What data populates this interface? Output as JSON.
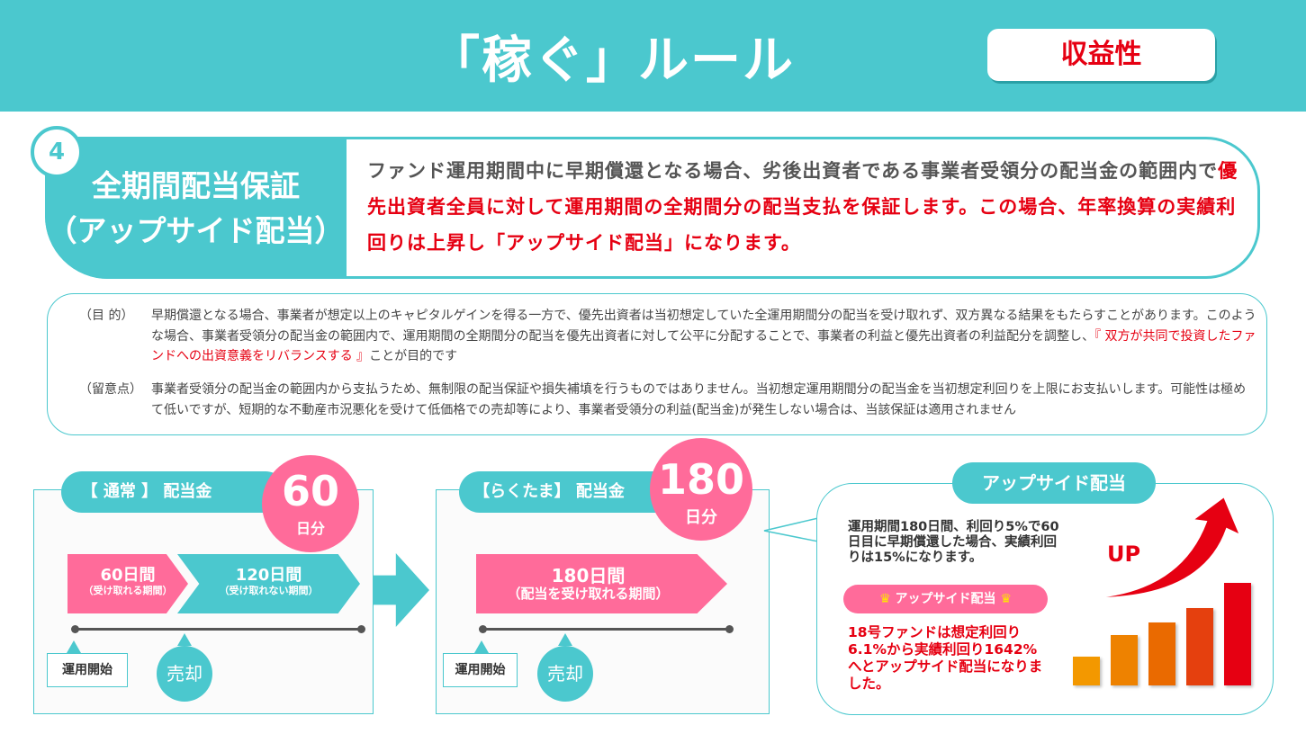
{
  "header": {
    "title": "「稼ぐ」ルール",
    "badge": "収益性"
  },
  "section": {
    "number": "4",
    "title_line1": "全期間配当保証",
    "title_line2": "（アップサイド配当）",
    "desc_plain1": "ファンド運用期間中に早期償還となる場合、劣後出資者である事業者受領分の配当金の範囲内で",
    "desc_red": "優先出資者全員に対して運用期間の全期間分の配当支払を保証します。この場合、年率換算の実績利回りは上昇し「アップサイド配当」になります。"
  },
  "purpose": {
    "label": "（目 的）",
    "text1": "早期償還となる場合、事業者が想定以上のキャピタルゲインを得る一方で、優先出資者は当初想定していた全運用期間分の配当を受け取れず、双方異なる結果をもたらすことがあります。このような場合、事業者受領分の配当金の範囲内で、運用期間の全期間分の配当を優先出資者に対して公平に分配することで、事業者の利益と優先出資者の利益配分を調整し、",
    "text_red": "『 双方が共同で投資したファンドへの出資意義をリバランスする 』",
    "text2": "ことが目的です"
  },
  "caution": {
    "label": "（留意点）",
    "text": "事業者受領分の配当金の範囲内から支払うため、無制限の配当保証や損失補填を行うものではありません。当初想定運用期間分の配当金を当初想定利回りを上限にお支払いします。可能性は極めて低いですが、短期的な不動産市況悪化を受けて低価格での売却等により、事業者受領分の利益(配当金)が発生しない場合は、当該保証は適用されません"
  },
  "normal": {
    "label": "【 通常 】 配当金",
    "days": "60",
    "unit": "日分",
    "seg1": "60日間",
    "seg1_sub": "（受け取れる期間）",
    "seg2": "120日間",
    "seg2_sub": "（受け取れない期間）",
    "start": "運用開始",
    "sell": "売却"
  },
  "rakutama": {
    "label": "【らくたま】 配当金",
    "days": "180",
    "unit": "日分",
    "seg1": "180日間",
    "seg1_sub": "（配当を受け取れる期間）",
    "start": "運用開始",
    "sell": "売却"
  },
  "upside": {
    "title": "アップサイド配当",
    "example": "運用期間180日間、利回り5%で60日目に早期償還した場合、実績利回りは15%になります。",
    "tag": "アップサイド配当",
    "result": "18号ファンドは想定利回り6.1%から実績利回り1642%へとアップサイド配当になりました。",
    "up": "UP"
  },
  "colors": {
    "teal": "#4BC8CE",
    "pink": "#FF6B9A",
    "red": "#E60012"
  }
}
